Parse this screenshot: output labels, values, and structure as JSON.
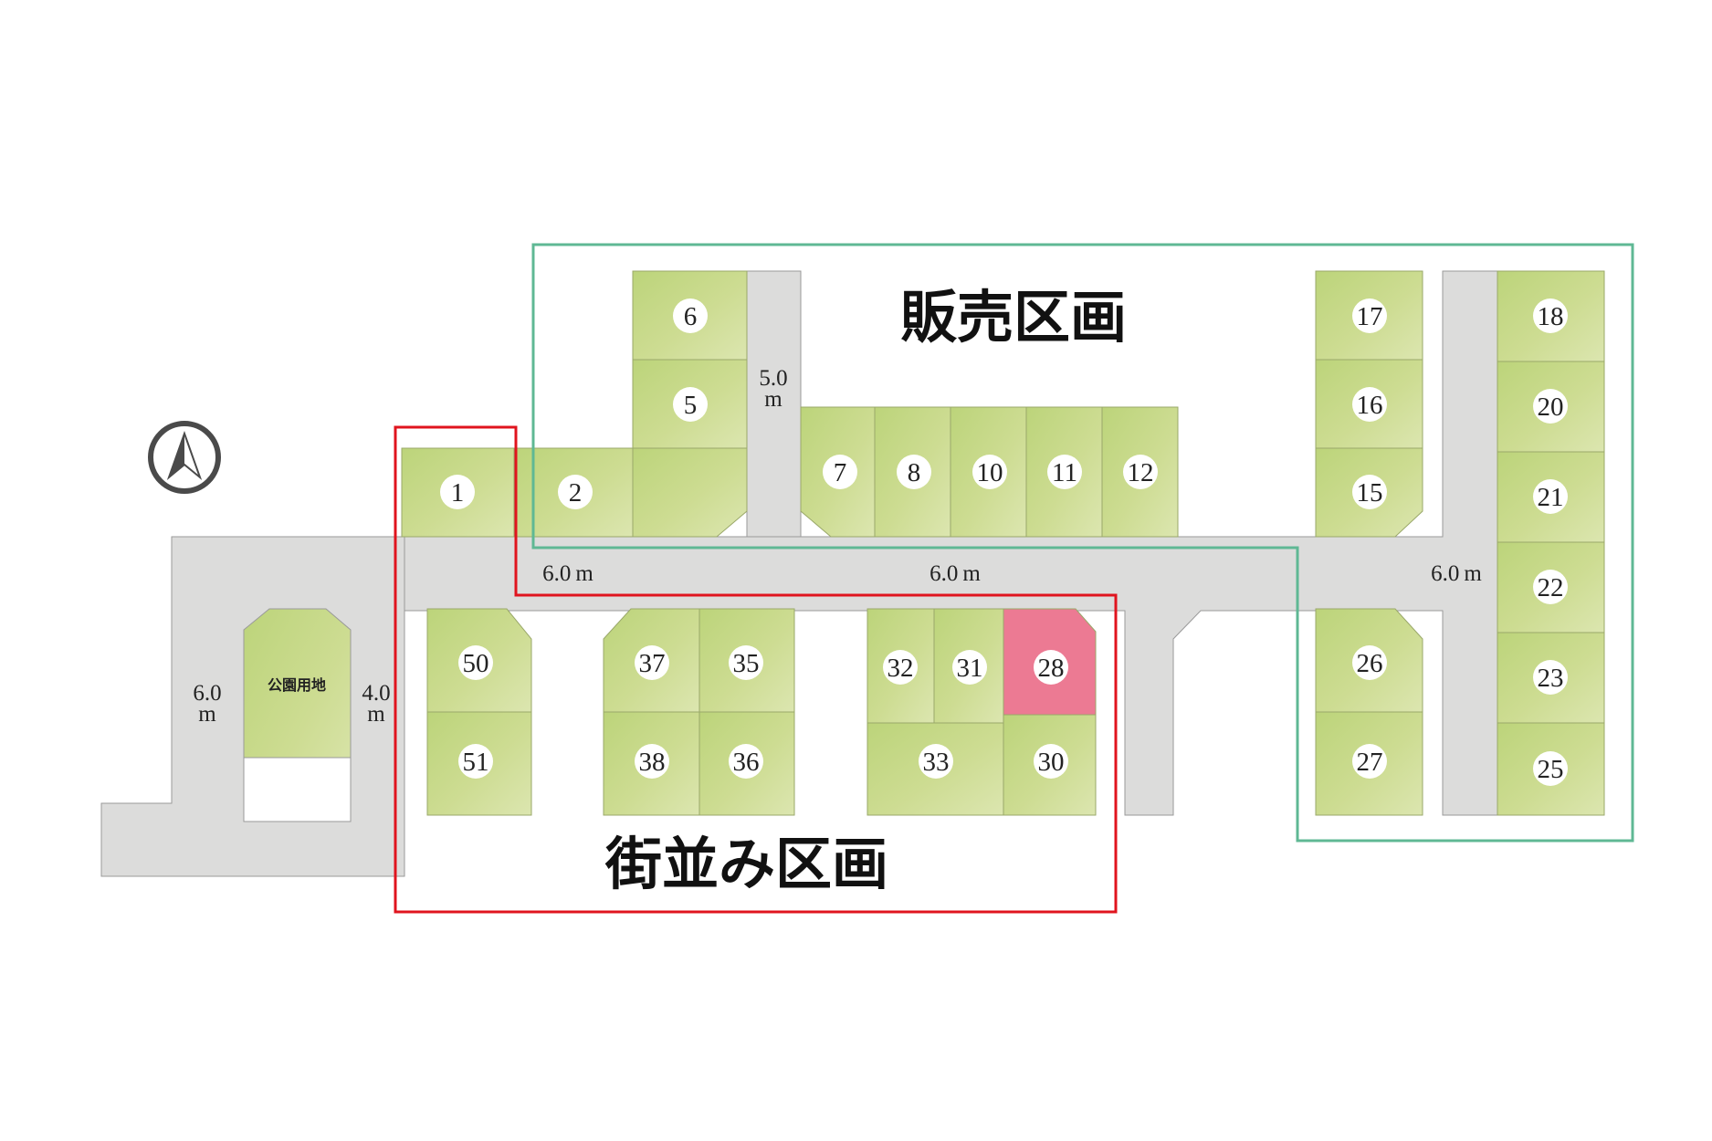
{
  "zones": {
    "sale_label": "販売区画",
    "townscape_label": "街並み区画",
    "sale_color": "#5fb894",
    "townscape_color": "#e0141e"
  },
  "park": {
    "label": "公園用地"
  },
  "roads": {
    "main_width": "6.0 m",
    "middle_width": "6.0 m",
    "right_width": "6.0 m",
    "left_width_line1": "6.0",
    "left_width_line2": "m",
    "narrow_width_line1": "4.0",
    "narrow_width_line2": "m",
    "north_width_line1": "5.0",
    "north_width_line2": "m"
  },
  "colors": {
    "lot": "#c8d98a",
    "sold_lot": "#ec7a93",
    "road": "#dcdcdb"
  },
  "lots": [
    "6",
    "5",
    "1",
    "2",
    "7",
    "8",
    "10",
    "11",
    "12",
    "17",
    "16",
    "15",
    "18",
    "20",
    "21",
    "22",
    "23",
    "25",
    "50",
    "51",
    "37",
    "35",
    "38",
    "36",
    "32",
    "31",
    "28",
    "33",
    "30",
    "26",
    "27"
  ],
  "sold_lots": [
    "28"
  ],
  "compass": {
    "icon": "north-arrow-icon"
  }
}
